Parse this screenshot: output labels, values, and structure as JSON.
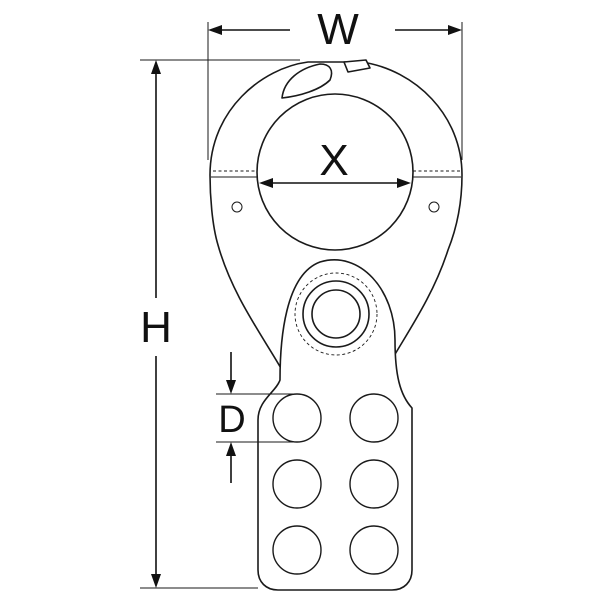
{
  "dimensions": {
    "width_label": "W",
    "height_label": "H",
    "inner_label": "X",
    "hole_label": "D"
  },
  "colors": {
    "line": "#1a1a1a",
    "background": "#ffffff"
  }
}
